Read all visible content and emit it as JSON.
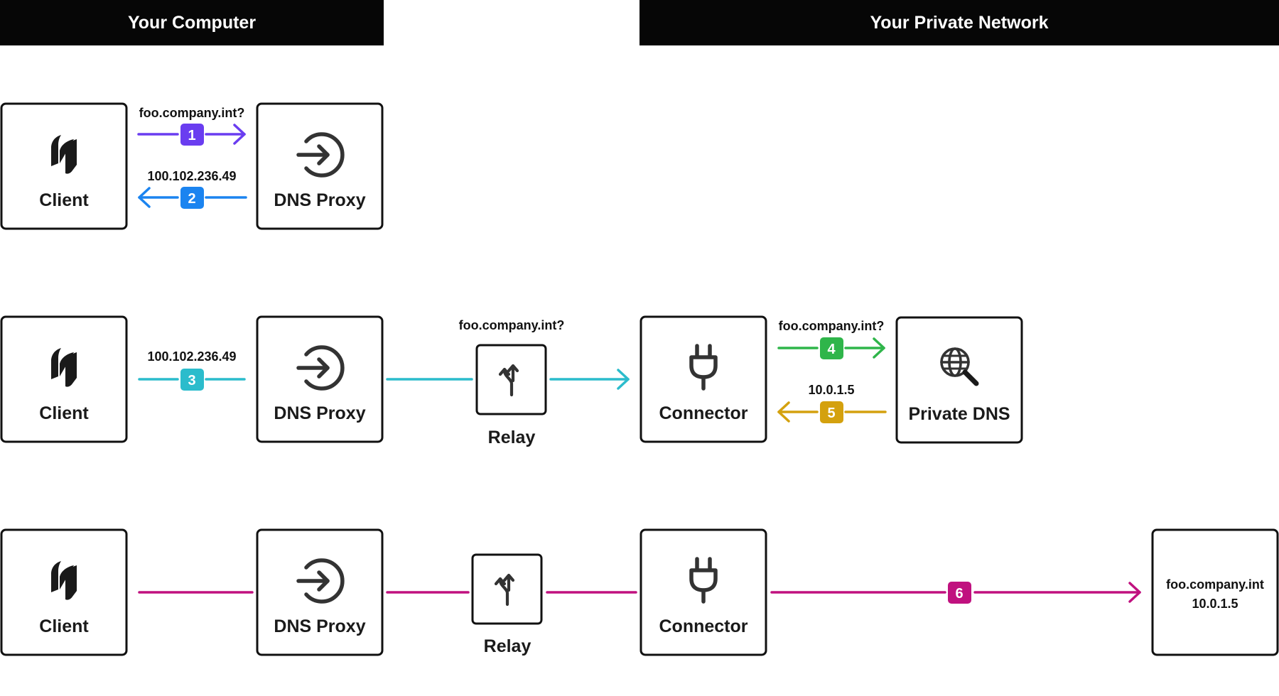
{
  "headers": {
    "left": "Your Computer",
    "right": "Your Private Network"
  },
  "colors": {
    "step1": "#6a3df0",
    "step2": "#1b84f0",
    "step3": "#2bbccc",
    "step4": "#2fb54a",
    "step5": "#d4a10e",
    "step6": "#c0117f",
    "header_bg": "#060606"
  },
  "icons": {
    "client": "client-logo-icon",
    "dns_proxy": "arrow-circle-in-icon",
    "relay": "split-arrows-icon",
    "connector": "plug-icon",
    "private_dns": "globe-search-icon"
  },
  "row1": {
    "client_label": "Client",
    "dns_proxy_label": "DNS Proxy",
    "query_label": "foo.company.int?",
    "step1": "1",
    "answer_label": "100.102.236.49",
    "step2": "2"
  },
  "row2": {
    "client_label": "Client",
    "dns_proxy_label": "DNS Proxy",
    "answer_label": "100.102.236.49",
    "step3": "3",
    "relay_query_label": "foo.company.int?",
    "relay_label": "Relay",
    "connector_label": "Connector",
    "private_dns_label": "Private DNS",
    "query_label": "foo.company.int?",
    "step4": "4",
    "answer_label_private": "10.0.1.5",
    "step5": "5"
  },
  "row3": {
    "client_label": "Client",
    "dns_proxy_label": "DNS Proxy",
    "relay_label": "Relay",
    "connector_label": "Connector",
    "step6": "6",
    "resource_name": "foo.company.int",
    "resource_ip": "10.0.1.5"
  }
}
